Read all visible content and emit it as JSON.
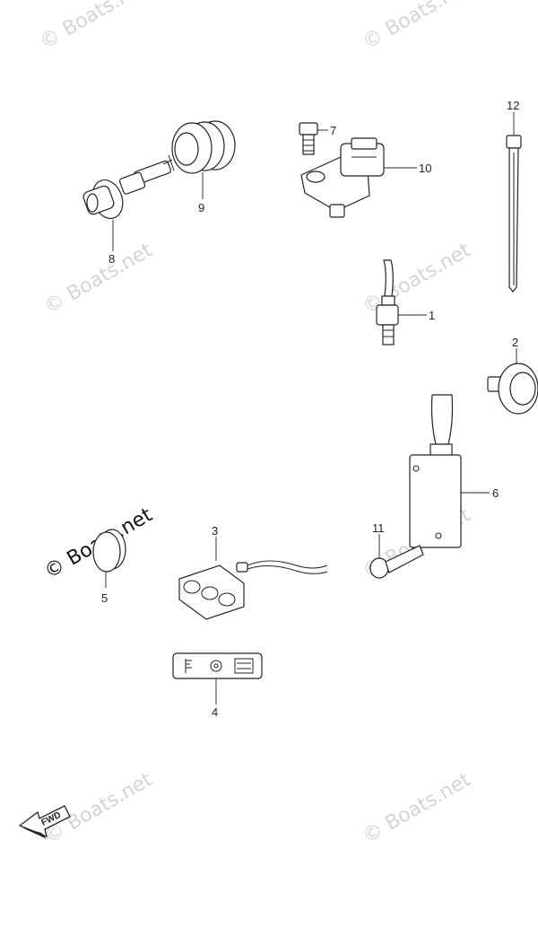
{
  "diagram": {
    "labels": {
      "p1": "1",
      "p2": "2",
      "p3": "3",
      "p4": "4",
      "p5": "5",
      "p6": "6",
      "p7": "7",
      "p8": "8",
      "p9": "9",
      "p10": "10",
      "p11": "11",
      "p12": "12"
    },
    "watermark": "© Boats.net",
    "fwd_label": "FWD"
  }
}
